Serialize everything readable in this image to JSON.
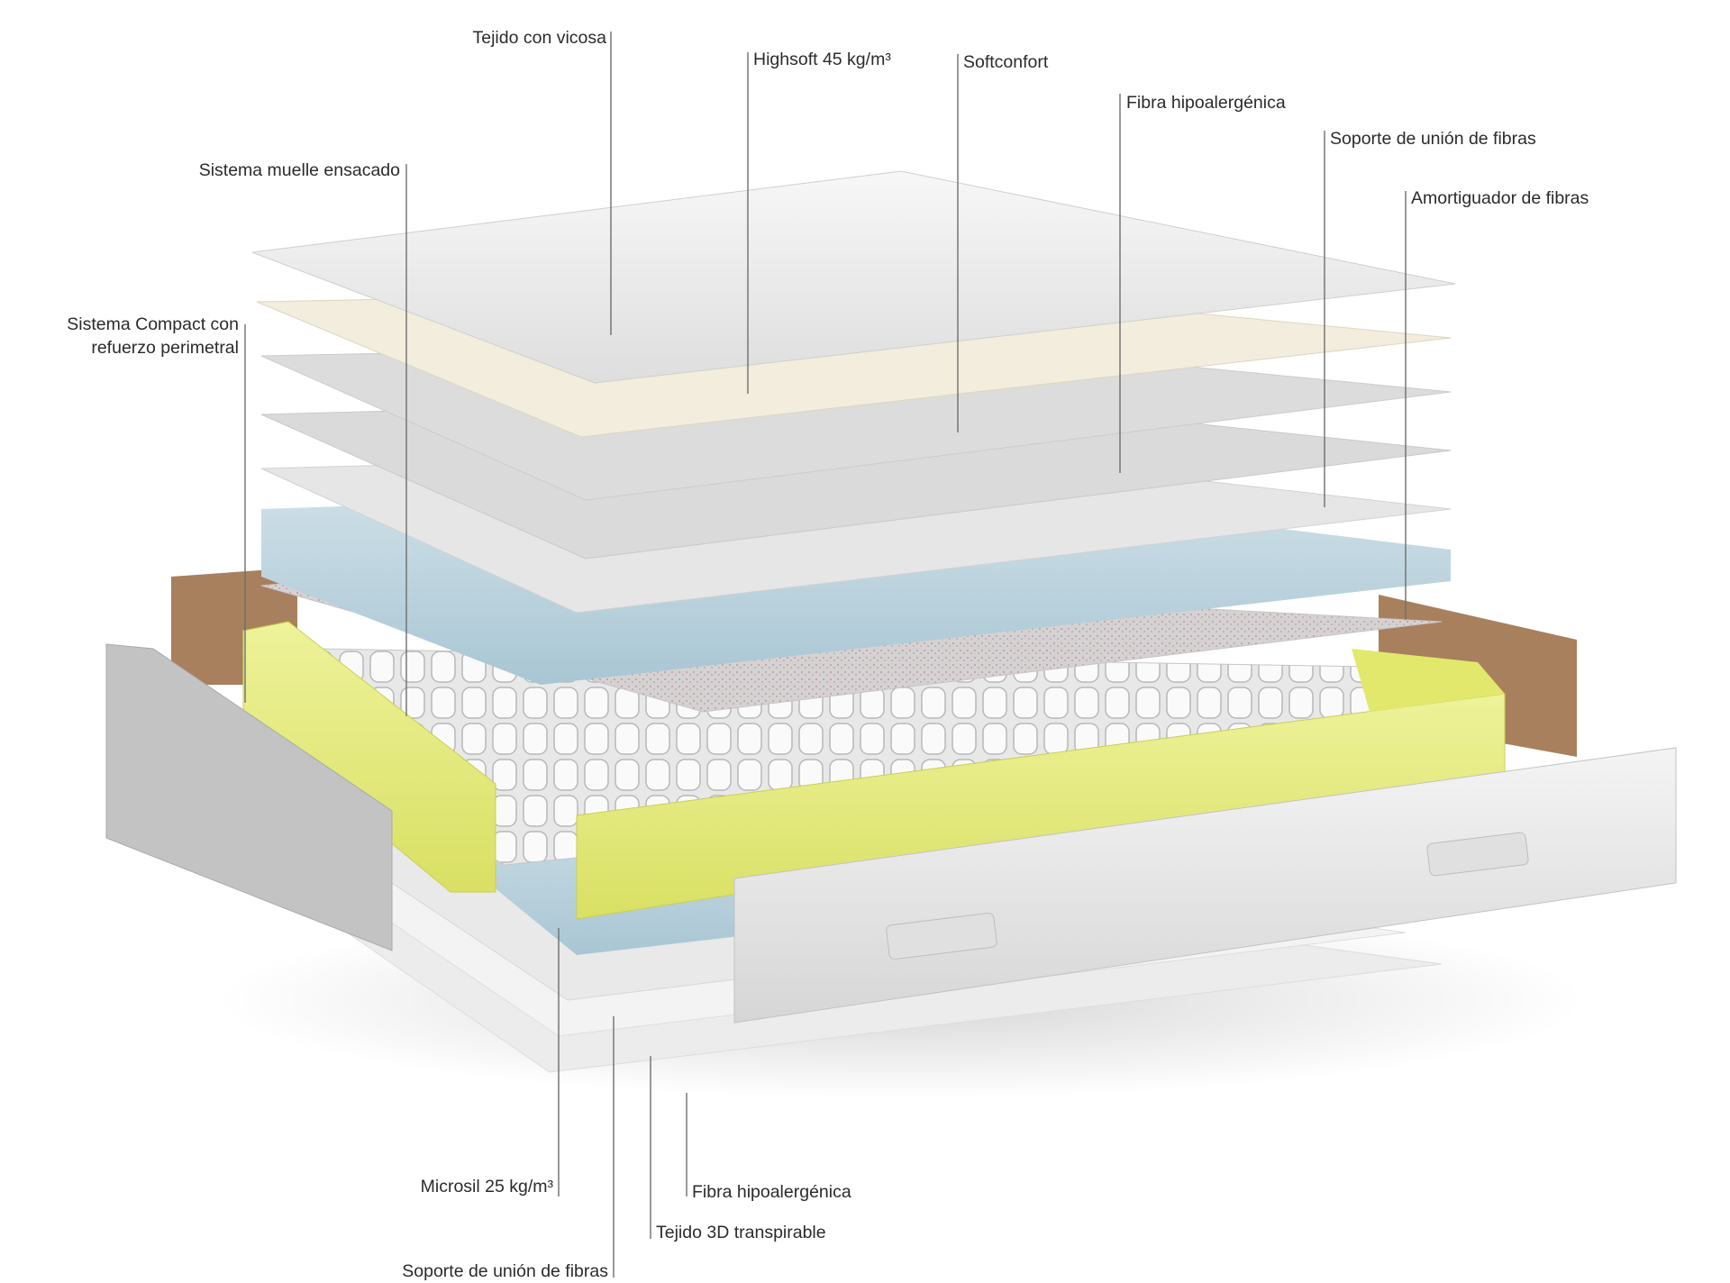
{
  "colors": {
    "line": "#6e6e6e",
    "text": "#2b2b2b",
    "cover": "#efefef",
    "highsoft": "#f2eddc",
    "foam_blue": "#b9d3df",
    "yellow_foam": "#e5ec7e",
    "brown_side": "#a37a59",
    "fabric_gray": "#c8c8c8"
  },
  "labels": {
    "tejido_vicosa": "Tejido con vicosa",
    "highsoft": "Highsoft 45 kg/m³",
    "softconfort": "Softconfort",
    "fibra_top": "Fibra hipoalergénica",
    "soporte_top": "Soporte de unión de fibras",
    "amortiguador": "Amortiguador de fibras",
    "muelle": "Sistema muelle ensacado",
    "compact_1": "Sistema Compact con",
    "compact_2": "refuerzo perimetral",
    "microsil": "Microsil 25 kg/m³",
    "fibra_bottom": "Fibra hipoalergénica",
    "tejido_3d": "Tejido 3D transpirable",
    "soporte_bottom": "Soporte de unión de fibras"
  }
}
